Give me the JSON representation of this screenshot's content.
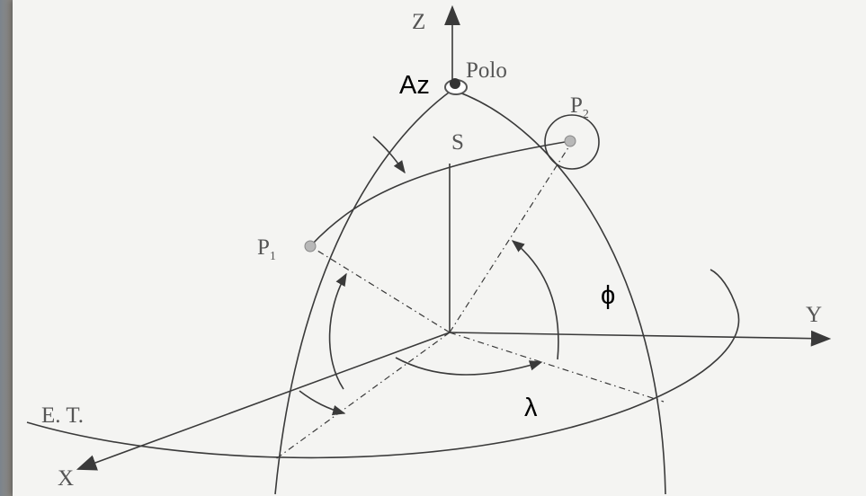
{
  "labels": {
    "z_axis": "Z",
    "y_axis": "Y",
    "x_axis": "X",
    "pole": "Polo",
    "azimuth": "Az",
    "s": "S",
    "p1": "P",
    "p1_sub": "1",
    "p2": "P",
    "p2_sub": "2",
    "phi": "ϕ",
    "lambda": "λ",
    "equator": "E. T."
  },
  "colors": {
    "line": "#3a3a3a",
    "panel": "#f4f4f2",
    "text_serif": "#555555",
    "text_sans": "#000000",
    "point": "#b8b8b8"
  }
}
